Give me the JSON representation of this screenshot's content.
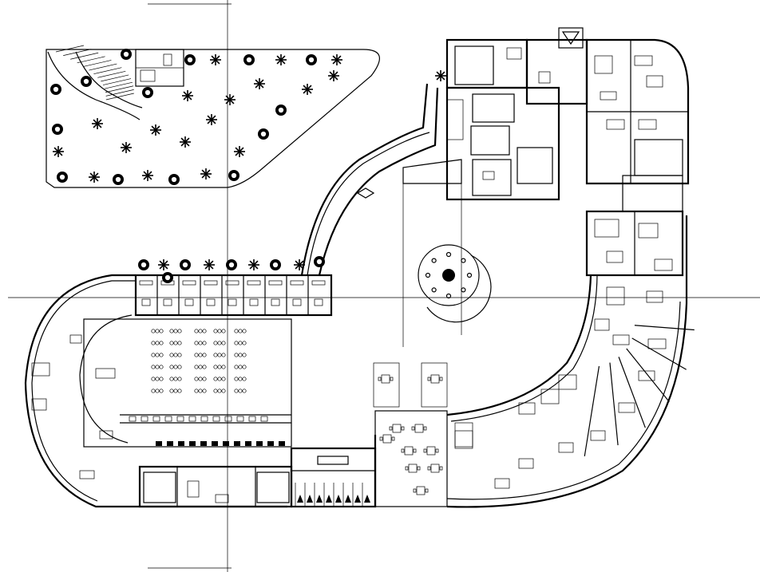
{
  "drawing": {
    "type": "architectural-floor-plan",
    "line_color": "#000000",
    "background": "#ffffff",
    "elements": [
      "garden",
      "staircase",
      "curved-corridor",
      "central-courtyard",
      "fountain",
      "open-workstations",
      "cabins",
      "conference-tables",
      "toilets",
      "reception"
    ]
  }
}
